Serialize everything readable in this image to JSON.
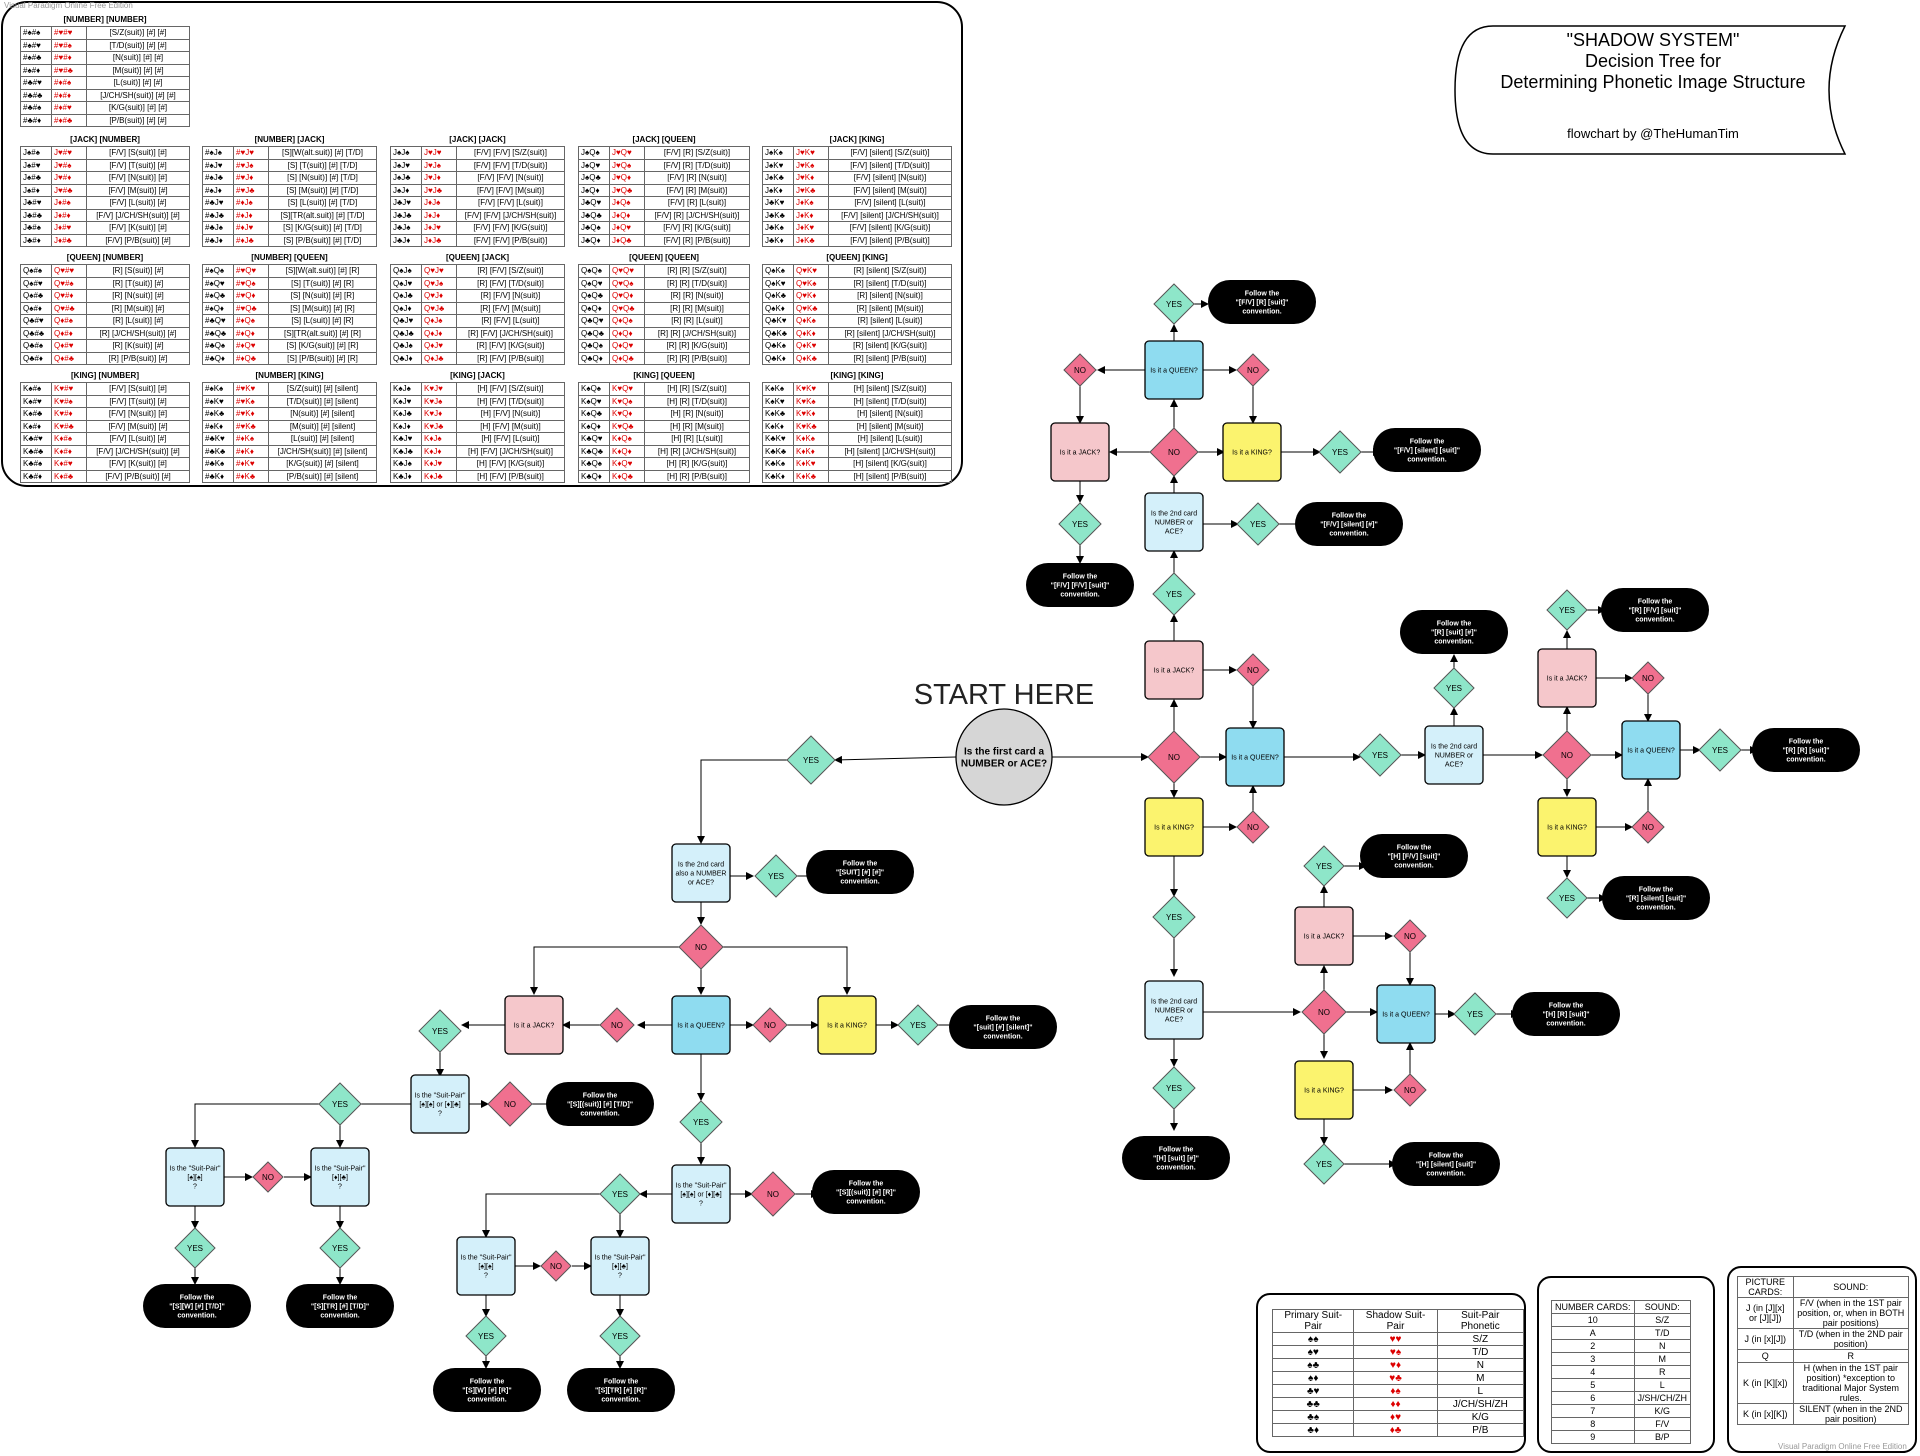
{
  "watermark_top": "Visual Paradigm Online Free Edition",
  "watermark_bottom": "Visual Paradigm Online Free Edition",
  "title": {
    "line1": "\"SHADOW SYSTEM\"",
    "line2": "Decision Tree for",
    "line3": "Determining Phonetic Image Structure",
    "credit": "flowchart by @TheHumanTim"
  },
  "start_label": "START HERE",
  "start_question": [
    "Is the first card a",
    "NUMBER or ACE?"
  ],
  "reference_tables": [
    {
      "title": "[NUMBER] [NUMBER]",
      "rows": [
        [
          "#♠#♠",
          "#♥#♥",
          "[S/Z(suit)] [#] [#]"
        ],
        [
          "#♠#♥",
          "#♥#♠",
          "[T/D(suit)] [#] [#]"
        ],
        [
          "#♠#♣",
          "#♥#♦",
          "[N(suit)] [#] [#]"
        ],
        [
          "#♠#♦",
          "#♥#♣",
          "[M(suit)] [#] [#]"
        ],
        [
          "#♣#♥",
          "#♦#♠",
          "[L(suit)] [#] [#]"
        ],
        [
          "#♣#♣",
          "#♦#♦",
          "[J/CH/SH(suit)] [#] [#]"
        ],
        [
          "#♣#♠",
          "#♦#♥",
          "[K/G(suit)] [#] [#]"
        ],
        [
          "#♣#♦",
          "#♦#♣",
          "[P/B(suit)] [#] [#]"
        ]
      ]
    },
    {
      "title": "[JACK] [NUMBER]",
      "rows": [
        [
          "J♠#♠",
          "J♥#♥",
          "[F/V] [S(suit)] [#]"
        ],
        [
          "J♠#♥",
          "J♥#♠",
          "[F/V] [T(suit)] [#]"
        ],
        [
          "J♠#♣",
          "J♥#♦",
          "[F/V] [N(suit)] [#]"
        ],
        [
          "J♠#♦",
          "J♥#♣",
          "[F/V] [M(suit)] [#]"
        ],
        [
          "J♣#♥",
          "J♦#♠",
          "[F/V] [L(suit)] [#]"
        ],
        [
          "J♣#♣",
          "J♦#♦",
          "[F/V] [J/CH/SH(suit)] [#]"
        ],
        [
          "J♣#♠",
          "J♦#♥",
          "[F/V] [K(suit)] [#]"
        ],
        [
          "J♣#♦",
          "J♦#♣",
          "[F/V] [P/B(suit)] [#]"
        ]
      ]
    },
    {
      "title": "[NUMBER] [JACK]",
      "rows": [
        [
          "#♠J♠",
          "#♥J♥",
          "[S][W(alt.suit)] [#] [T/D]"
        ],
        [
          "#♠J♥",
          "#♥J♠",
          "[S] [T(suit)] [#] [T/D]"
        ],
        [
          "#♠J♣",
          "#♥J♦",
          "[S] [N(suit)] [#] [T/D]"
        ],
        [
          "#♠J♦",
          "#♥J♣",
          "[S] [M(suit)] [#] [T/D]"
        ],
        [
          "#♣J♥",
          "#♦J♠",
          "[S] [L(suit)] [#] [T/D]"
        ],
        [
          "#♣J♣",
          "#♦J♦",
          "[S][TR(alt.suit)] [#] [T/D]"
        ],
        [
          "#♣J♠",
          "#♦J♥",
          "[S] [K/G(suit)] [#] [T/D]"
        ],
        [
          "#♣J♦",
          "#♦J♣",
          "[S] [P/B(suit)] [#] [T/D]"
        ]
      ]
    },
    {
      "title": "[JACK] [JACK]",
      "rows": [
        [
          "J♠J♠",
          "J♥J♥",
          "[F/V] [F/V] [S/Z(suit)]"
        ],
        [
          "J♠J♥",
          "J♥J♠",
          "[F/V] [F/V] [T/D(suit)]"
        ],
        [
          "J♠J♣",
          "J♥J♦",
          "[F/V] [F/V] [N(suit)]"
        ],
        [
          "J♠J♦",
          "J♥J♣",
          "[F/V] [F/V] [M(suit)]"
        ],
        [
          "J♣J♥",
          "J♦J♠",
          "[F/V] [F/V] [L(suit)]"
        ],
        [
          "J♣J♣",
          "J♦J♦",
          "[F/V] [F/V] [J/CH/SH(suit)]"
        ],
        [
          "J♣J♠",
          "J♦J♥",
          "[F/V] [F/V] [K/G(suit)]"
        ],
        [
          "J♣J♦",
          "J♦J♣",
          "[F/V] [F/V] [P/B(suit)]"
        ]
      ]
    },
    {
      "title": "[JACK] [QUEEN]",
      "rows": [
        [
          "J♠Q♠",
          "J♥Q♥",
          "[F/V] [R] [S/Z(suit)]"
        ],
        [
          "J♠Q♥",
          "J♥Q♠",
          "[F/V] [R] [T/D(suit)]"
        ],
        [
          "J♠Q♣",
          "J♥Q♦",
          "[F/V] [R] [N(suit)]"
        ],
        [
          "J♠Q♦",
          "J♥Q♣",
          "[F/V] [R] [M(suit)]"
        ],
        [
          "J♣Q♥",
          "J♦Q♠",
          "[F/V] [R] [L(suit)]"
        ],
        [
          "J♣Q♣",
          "J♦Q♦",
          "[F/V] [R] [J/CH/SH(suit)]"
        ],
        [
          "J♣Q♠",
          "J♦Q♥",
          "[F/V] [R] [K/G(suit)]"
        ],
        [
          "J♣Q♦",
          "J♦Q♣",
          "[F/V] [R] [P/B(suit)]"
        ]
      ]
    },
    {
      "title": "[JACK] [KING]",
      "rows": [
        [
          "J♠K♠",
          "J♥K♥",
          "[F/V] [silent] [S/Z(suit)]"
        ],
        [
          "J♠K♥",
          "J♥K♠",
          "[F/V] [silent] [T/D(suit)]"
        ],
        [
          "J♠K♣",
          "J♥K♦",
          "[F/V] [silent] [N(suit)]"
        ],
        [
          "J♠K♦",
          "J♥K♣",
          "[F/V] [silent] [M(suit)]"
        ],
        [
          "J♣K♥",
          "J♦K♠",
          "[F/V] [silent] [L(suit)]"
        ],
        [
          "J♣K♣",
          "J♦K♦",
          "[F/V] [silent] [J/CH/SH(suit)]"
        ],
        [
          "J♣K♠",
          "J♦K♥",
          "[F/V] [silent] [K/G(suit)]"
        ],
        [
          "J♣K♦",
          "J♦K♣",
          "[F/V] [silent] [P/B(suit)]"
        ]
      ]
    },
    {
      "title": "[QUEEN] [NUMBER]",
      "rows": [
        [
          "Q♠#♠",
          "Q♥#♥",
          "[R] [S(suit)] [#]"
        ],
        [
          "Q♠#♥",
          "Q♥#♠",
          "[R] [T(suit)] [#]"
        ],
        [
          "Q♠#♣",
          "Q♥#♦",
          "[R] [N(suit)] [#]"
        ],
        [
          "Q♠#♦",
          "Q♥#♣",
          "[R] [M(suit)] [#]"
        ],
        [
          "Q♣#♥",
          "Q♦#♠",
          "[R] [L(suit)] [#]"
        ],
        [
          "Q♣#♣",
          "Q♦#♦",
          "[R] [J/CH/SH(suit)] [#]"
        ],
        [
          "Q♣#♠",
          "Q♦#♥",
          "[R] [K(suit)] [#]"
        ],
        [
          "Q♣#♦",
          "Q♦#♣",
          "[R] [P/B(suit)] [#]"
        ]
      ]
    },
    {
      "title": "[NUMBER] [QUEEN]",
      "rows": [
        [
          "#♠Q♠",
          "#♥Q♥",
          "[S][W(alt.suit)] [#] [R]"
        ],
        [
          "#♠Q♥",
          "#♥Q♠",
          "[S] [T(suit)] [#] [R]"
        ],
        [
          "#♠Q♣",
          "#♥Q♦",
          "[S] [N(suit)] [#] [R]"
        ],
        [
          "#♠Q♦",
          "#♥Q♣",
          "[S] [M(suit)] [#] [R]"
        ],
        [
          "#♣Q♥",
          "#♦Q♠",
          "[S] [L(suit)] [#] [R]"
        ],
        [
          "#♣Q♣",
          "#♦Q♦",
          "[S][TR(alt.suit)] [#] [R]"
        ],
        [
          "#♣Q♠",
          "#♦Q♥",
          "[S] [K/G(suit)] [#] [R]"
        ],
        [
          "#♣Q♦",
          "#♦Q♣",
          "[S] [P/B(suit)] [#] [R]"
        ]
      ]
    },
    {
      "title": "[QUEEN] [JACK]",
      "rows": [
        [
          "Q♠J♠",
          "Q♥J♥",
          "[R] [F/V] [S/Z(suit)]"
        ],
        [
          "Q♠J♥",
          "Q♥J♠",
          "[R] [F/V] [T/D(suit)]"
        ],
        [
          "Q♠J♣",
          "Q♥J♦",
          "[R] [F/V] [N(suit)]"
        ],
        [
          "Q♠J♦",
          "Q♥J♣",
          "[R] [F/V] [M(suit)]"
        ],
        [
          "Q♣J♥",
          "Q♦J♠",
          "[R] [F/V] [L(suit)]"
        ],
        [
          "Q♣J♣",
          "Q♦J♦",
          "[R] [F/V] [J/CH/SH(suit)]"
        ],
        [
          "Q♣J♠",
          "Q♦J♥",
          "[R] [F/V] [K/G(suit)]"
        ],
        [
          "Q♣J♦",
          "Q♦J♣",
          "[R] [F/V] [P/B(suit)]"
        ]
      ]
    },
    {
      "title": "[QUEEN] [QUEEN]",
      "rows": [
        [
          "Q♠Q♠",
          "Q♥Q♥",
          "[R] [R] [S/Z(suit)]"
        ],
        [
          "Q♠Q♥",
          "Q♥Q♠",
          "[R] [R] [T/D(suit)]"
        ],
        [
          "Q♠Q♣",
          "Q♥Q♦",
          "[R] [R] [N(suit)]"
        ],
        [
          "Q♠Q♦",
          "Q♥Q♣",
          "[R] [R] [M(suit)]"
        ],
        [
          "Q♣Q♥",
          "Q♦Q♠",
          "[R] [R] [L(suit)]"
        ],
        [
          "Q♣Q♣",
          "Q♦Q♦",
          "[R] [R] [J/CH/SH(suit)]"
        ],
        [
          "Q♣Q♠",
          "Q♦Q♥",
          "[R] [R] [K/G(suit)]"
        ],
        [
          "Q♣Q♦",
          "Q♦Q♣",
          "[R] [R] [P/B(suit)]"
        ]
      ]
    },
    {
      "title": "[QUEEN] [KING]",
      "rows": [
        [
          "Q♠K♠",
          "Q♥K♥",
          "[R] [silent] [S/Z(suit)]"
        ],
        [
          "Q♠K♥",
          "Q♥K♠",
          "[R] [silent] [T/D(suit)]"
        ],
        [
          "Q♠K♣",
          "Q♥K♦",
          "[R] [silent] [N(suit)]"
        ],
        [
          "Q♠K♦",
          "Q♥K♣",
          "[R] [silent] [M(suit)]"
        ],
        [
          "Q♣K♥",
          "Q♦K♠",
          "[R] [silent] [L(suit)]"
        ],
        [
          "Q♣K♣",
          "Q♦K♦",
          "[R] [silent] [J/CH/SH(suit)]"
        ],
        [
          "Q♣K♠",
          "Q♦K♥",
          "[R] [silent] [K/G(suit)]"
        ],
        [
          "Q♣K♦",
          "Q♦K♣",
          "[R] [silent] [P/B(suit)]"
        ]
      ]
    },
    {
      "title": "[KING] [NUMBER]",
      "rows": [
        [
          "K♠#♠",
          "K♥#♥",
          "[F/V] [S(suit)] [#]"
        ],
        [
          "K♠#♥",
          "K♥#♠",
          "[F/V] [T(suit)] [#]"
        ],
        [
          "K♠#♣",
          "K♥#♦",
          "[F/V] [N(suit)] [#]"
        ],
        [
          "K♠#♦",
          "K♥#♣",
          "[F/V] [M(suit)] [#]"
        ],
        [
          "K♣#♥",
          "K♦#♠",
          "[F/V] [L(suit)] [#]"
        ],
        [
          "K♣#♣",
          "K♦#♦",
          "[F/V] [J/CH/SH(suit)] [#]"
        ],
        [
          "K♣#♠",
          "K♦#♥",
          "[F/V] [K(suit)] [#]"
        ],
        [
          "K♣#♦",
          "K♦#♣",
          "[F/V] [P/B(suit)] [#]"
        ]
      ]
    },
    {
      "title": "[NUMBER] [KING]",
      "rows": [
        [
          "#♠K♠",
          "#♥K♥",
          "[S/Z(suit)] [#] [silent]"
        ],
        [
          "#♠K♥",
          "#♥K♠",
          "[T/D(suit)] [#] [silent]"
        ],
        [
          "#♠K♣",
          "#♥K♦",
          "[N(suit)] [#] [silent]"
        ],
        [
          "#♠K♦",
          "#♥K♣",
          "[M(suit)] [#] [silent]"
        ],
        [
          "#♣K♥",
          "#♦K♠",
          "[L(suit)] [#] [silent]"
        ],
        [
          "#♣K♣",
          "#♦K♦",
          "[J/CH/SH(suit)] [#] [silent]"
        ],
        [
          "#♣K♠",
          "#♦K♥",
          "[K/G(suit)] [#] [silent]"
        ],
        [
          "#♣K♦",
          "#♦K♣",
          "[P/B(suit)] [#] [silent]"
        ]
      ]
    },
    {
      "title": "[KING] [JACK]",
      "rows": [
        [
          "K♠J♠",
          "K♥J♥",
          "[H] [F/V] [S/Z(suit)]"
        ],
        [
          "K♠J♥",
          "K♥J♠",
          "[H] [F/V] [T/D(suit)]"
        ],
        [
          "K♠J♣",
          "K♥J♦",
          "[H] [F/V] [N(suit)]"
        ],
        [
          "K♠J♦",
          "K♥J♣",
          "[H] [F/V] [M(suit)]"
        ],
        [
          "K♣J♥",
          "K♦J♠",
          "[H] [F/V] [L(suit)]"
        ],
        [
          "K♣J♣",
          "K♦J♦",
          "[H] [F/V] [J/CH/SH(suit)]"
        ],
        [
          "K♣J♠",
          "K♦J♥",
          "[H] [F/V] [K/G(suit)]"
        ],
        [
          "K♣J♦",
          "K♦J♣",
          "[H] [F/V] [P/B(suit)]"
        ]
      ]
    },
    {
      "title": "[KING] [QUEEN]",
      "rows": [
        [
          "K♠Q♠",
          "K♥Q♥",
          "[H] [R] [S/Z(suit)]"
        ],
        [
          "K♠Q♥",
          "K♥Q♠",
          "[H] [R] [T/D(suit)]"
        ],
        [
          "K♠Q♣",
          "K♥Q♦",
          "[H] [R] [N(suit)]"
        ],
        [
          "K♠Q♦",
          "K♥Q♣",
          "[H] [R] [M(suit)]"
        ],
        [
          "K♣Q♥",
          "K♦Q♠",
          "[H] [R] [L(suit)]"
        ],
        [
          "K♣Q♣",
          "K♦Q♦",
          "[H] [R] [J/CH/SH(suit)]"
        ],
        [
          "K♣Q♠",
          "K♦Q♥",
          "[H] [R] [K/G(suit)]"
        ],
        [
          "K♣Q♦",
          "K♦Q♣",
          "[H] [R] [P/B(suit)]"
        ]
      ]
    },
    {
      "title": "[KING] [KING]",
      "rows": [
        [
          "K♠K♠",
          "K♥K♥",
          "[H] [silent] [S/Z(suit)]"
        ],
        [
          "K♠K♥",
          "K♥K♠",
          "[H] [silent] [T/D(suit)]"
        ],
        [
          "K♠K♣",
          "K♥K♦",
          "[H] [silent] [N(suit)]"
        ],
        [
          "K♠K♦",
          "K♥K♣",
          "[H] [silent] [M(suit)]"
        ],
        [
          "K♣K♥",
          "K♦K♠",
          "[H] [silent] [L(suit)]"
        ],
        [
          "K♣K♣",
          "K♦K♦",
          "[H] [silent] [J/CH/SH(suit)]"
        ],
        [
          "K♣K♠",
          "K♦K♥",
          "[H] [silent] [K/G(suit)]"
        ],
        [
          "K♣K♦",
          "K♦K♣",
          "[H] [silent] [P/B(suit)]"
        ]
      ]
    }
  ],
  "flow": {
    "yes": "YES",
    "no": "NO",
    "q_jack": "Is it a JACK?",
    "q_queen": "Is it a QUEEN?",
    "q_king": "Is it a KING?",
    "q_2nd_num": [
      "Is the 2nd card",
      "NUMBER or",
      "ACE?"
    ],
    "q_2nd_also": [
      "Is the 2nd card",
      "also a NUMBER",
      "or ACE?"
    ],
    "q_suitpair_any": [
      "Is the \"Suit-Pair\"",
      "[♠][♠] or [♦][♣]",
      "?"
    ],
    "q_suitpair_ss": [
      "Is the \"Suit-Pair\"",
      "[♠][♠]",
      "?"
    ],
    "q_suitpair_dc": [
      "Is the \"Suit-Pair\"",
      "[♦][♣]",
      "?"
    ],
    "follow": "Follow the",
    "convention": "convention.",
    "c_fv_r_suit": "\"[F/V] [R] [suit]\"",
    "c_fv_silent_suit": "\"[F/V] [silent] [suit]\"",
    "c_fv_silent_num": "\"[F/V] [silent] [#]\"",
    "c_fv_fv_suit": "\"[F/V] [F/V] [suit]\"",
    "c_r_suit_num": "\"[R] [suit] [#]\"",
    "c_r_fv_suit": "\"[R] [F/V] [suit]\"",
    "c_r_r_suit": "\"[R] [R] [suit]\"",
    "c_r_silent_suit": "\"[R] [silent] [suit]\"",
    "c_h_fv_suit": "\"[H] [F/V] [suit]\"",
    "c_h_r_suit": "\"[H] [R] [suit]\"",
    "c_h_suit_num": "\"[H] [suit] [#]\"",
    "c_h_silent_suit": "\"[H] [silent] [suit]\"",
    "c_suit_num_num": "\"[SUIT] [#] [#]\"",
    "c_suit_num_silent": "\"[suit] [#] [silent]\"",
    "c_s_suit_num_td": "\"[S][(suit)] [#] [T/D]\"",
    "c_s_w_num_td": "\"[S][W] [#] [T/D]\"",
    "c_s_tr_num_td": "\"[S][TR] [#] [T/D]\"",
    "c_s_suit_num_r": "\"[S][(suit)] [#] [R]\"",
    "c_s_w_num_r": "\"[S][W] [#] [R]\"",
    "c_s_tr_num_r": "\"[S][TR] [#] [R]\""
  },
  "legend_suitpair": {
    "headers": [
      "Primary Suit-Pair",
      "Shadow Suit-Pair",
      "Suit-Pair Phonetic"
    ],
    "rows": [
      [
        "♠♠",
        "♥♥",
        "S/Z"
      ],
      [
        "♠♥",
        "♥♠",
        "T/D"
      ],
      [
        "♠♣",
        "♥♦",
        "N"
      ],
      [
        "♠♦",
        "♥♣",
        "M"
      ],
      [
        "♣♥",
        "♦♠",
        "L"
      ],
      [
        "♣♣",
        "♦♦",
        "J/CH/SH/ZH"
      ],
      [
        "♣♠",
        "♦♥",
        "K/G"
      ],
      [
        "♣♦",
        "♦♣",
        "P/B"
      ]
    ]
  },
  "legend_numbers": {
    "headers": [
      "NUMBER CARDS:",
      "SOUND:"
    ],
    "rows": [
      [
        "10",
        "S/Z"
      ],
      [
        "A",
        "T/D"
      ],
      [
        "2",
        "N"
      ],
      [
        "3",
        "M"
      ],
      [
        "4",
        "R"
      ],
      [
        "5",
        "L"
      ],
      [
        "6",
        "J/SH/CH/ZH"
      ],
      [
        "7",
        "K/G"
      ],
      [
        "8",
        "F/V"
      ],
      [
        "9",
        "B/P"
      ]
    ]
  },
  "legend_pictures": {
    "headers": [
      "PICTURE CARDS:",
      "SOUND:"
    ],
    "rows": [
      [
        "J (in [J][x] or [J][J])",
        "F/V (when in the 1ST pair position, or, when in BOTH pair positions)"
      ],
      [
        "J (in [x][J])",
        "T/D (when in the 2ND pair position)"
      ],
      [
        "Q",
        "R"
      ],
      [
        "K (in [K][x])",
        "H (when in the 1ST pair position) *exception to traditional Major System rules."
      ],
      [
        "K (in [x][K])",
        "SILENT (when in the 2ND pair position)"
      ]
    ]
  },
  "colors": {
    "yes_diamond": "#8ee6c9",
    "no_diamond": "#f0708f",
    "jack_box": "#f5c7cb",
    "queen_box": "#8fdcf0",
    "king_box": "#fbf36e",
    "second_box": "#d4f0fa",
    "terminal": "#000000",
    "start_circle": "#d6d6d6"
  }
}
